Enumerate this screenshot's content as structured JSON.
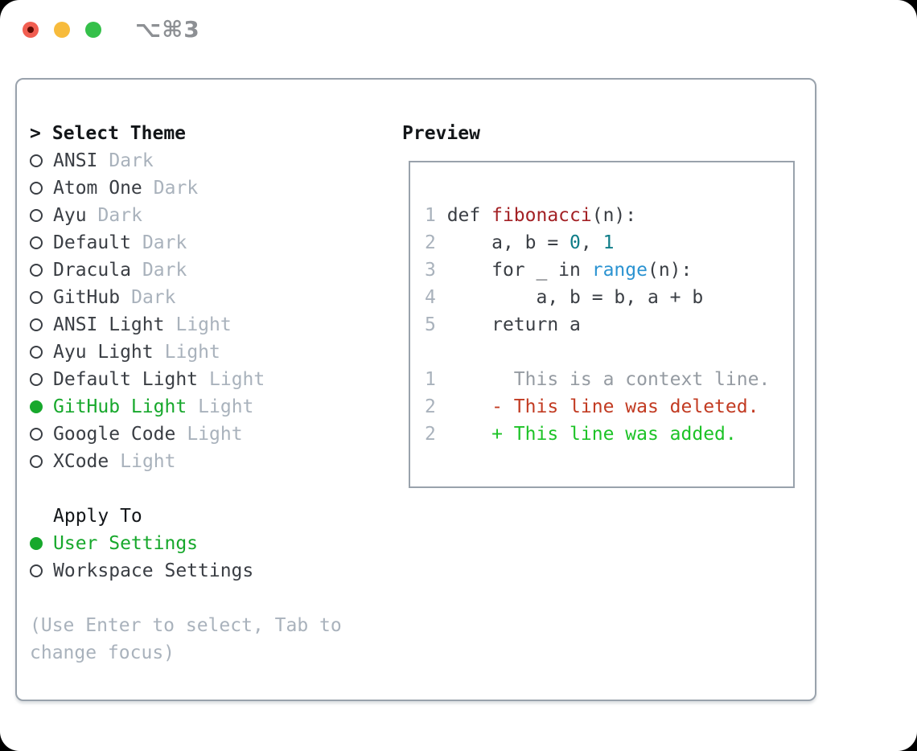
{
  "window": {
    "title": "⌥⌘3"
  },
  "colors": {
    "text": "#3a3e44",
    "muted": "#a9b2bc",
    "header": "#131619",
    "green": "#17a82c",
    "added": "#1dc327",
    "deleted": "#c23b22",
    "function": "#a32125",
    "number": "#0f7d88",
    "builtin": "#2b93d1",
    "context": "#959ba2",
    "border": "#99a2ac"
  },
  "picker": {
    "prompt": ">",
    "title": "Select Theme",
    "themes": [
      {
        "name": "ANSI",
        "variant": "Dark",
        "selected": false
      },
      {
        "name": "Atom One",
        "variant": "Dark",
        "selected": false
      },
      {
        "name": "Ayu",
        "variant": "Dark",
        "selected": false
      },
      {
        "name": "Default",
        "variant": "Dark",
        "selected": false
      },
      {
        "name": "Dracula",
        "variant": "Dark",
        "selected": false
      },
      {
        "name": "GitHub",
        "variant": "Dark",
        "selected": false
      },
      {
        "name": "ANSI Light",
        "variant": "Light",
        "selected": false
      },
      {
        "name": "Ayu Light",
        "variant": "Light",
        "selected": false
      },
      {
        "name": "Default Light",
        "variant": "Light",
        "selected": false
      },
      {
        "name": "GitHub Light",
        "variant": "Light",
        "selected": true
      },
      {
        "name": "Google Code",
        "variant": "Light",
        "selected": false
      },
      {
        "name": "XCode",
        "variant": "Light",
        "selected": false
      }
    ],
    "apply_title": "Apply To",
    "apply_options": [
      {
        "label": "User Settings",
        "selected": true
      },
      {
        "label": "Workspace Settings",
        "selected": false
      }
    ],
    "hint_lines": [
      "(Use Enter to select, Tab to",
      "change focus)"
    ]
  },
  "preview": {
    "title": "Preview",
    "lines": [
      {
        "num": "1",
        "segments": [
          {
            "text": "def ",
            "style": "text"
          },
          {
            "text": "fibonacci",
            "style": "function"
          },
          {
            "text": "(n):",
            "style": "text"
          }
        ]
      },
      {
        "num": "2",
        "segments": [
          {
            "text": "    a, b = ",
            "style": "text"
          },
          {
            "text": "0",
            "style": "number"
          },
          {
            "text": ", ",
            "style": "text"
          },
          {
            "text": "1",
            "style": "number"
          }
        ]
      },
      {
        "num": "3",
        "segments": [
          {
            "text": "    for _ in ",
            "style": "text"
          },
          {
            "text": "range",
            "style": "builtin"
          },
          {
            "text": "(n):",
            "style": "text"
          }
        ]
      },
      {
        "num": "4",
        "segments": [
          {
            "text": "        a, b = b, a + b",
            "style": "text"
          }
        ]
      },
      {
        "num": "5",
        "segments": [
          {
            "text": "    return a",
            "style": "text"
          }
        ]
      },
      {
        "num": "",
        "segments": []
      },
      {
        "num": "1",
        "segments": [
          {
            "text": "      This is a context line.",
            "style": "context"
          }
        ]
      },
      {
        "num": "2",
        "segments": [
          {
            "text": "    - This line was deleted.",
            "style": "deleted"
          }
        ]
      },
      {
        "num": "2",
        "segments": [
          {
            "text": "    + This line was added.",
            "style": "added"
          }
        ]
      }
    ]
  }
}
